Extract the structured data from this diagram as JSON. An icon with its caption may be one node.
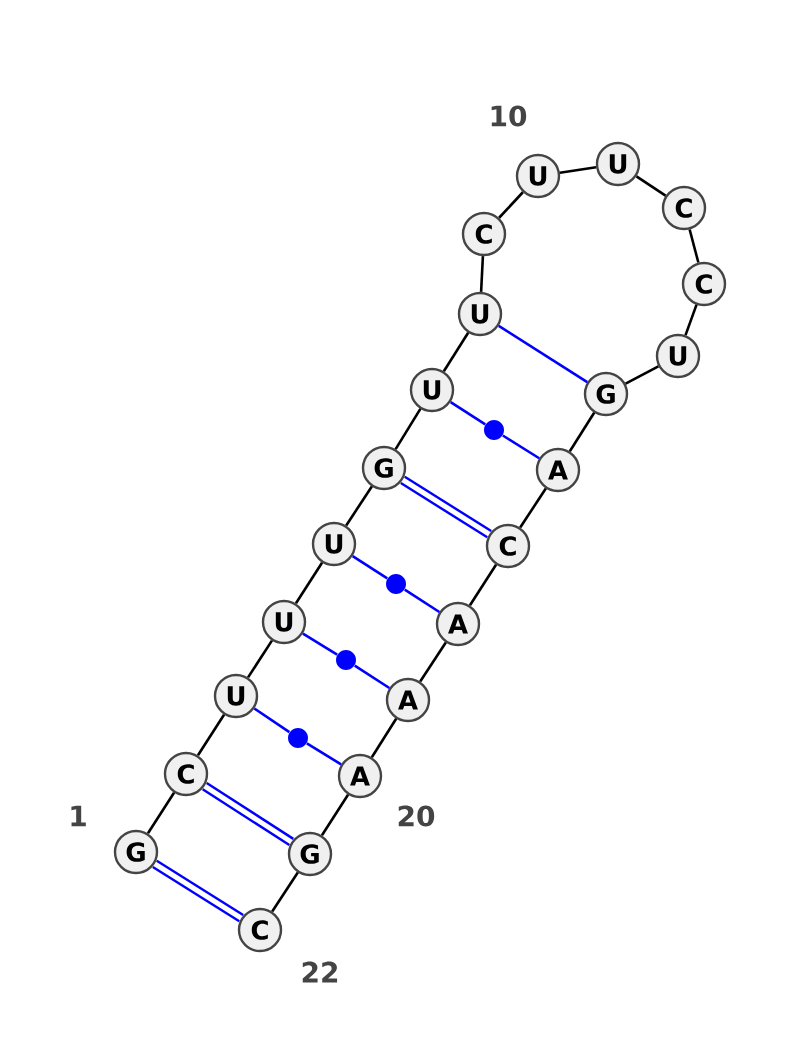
{
  "diagram": {
    "nodes": [
      {
        "text": [
          "G"
        ]
      },
      {
        "text": [
          "C"
        ]
      },
      {
        "text": [
          "U"
        ]
      },
      {
        "text": [
          "U"
        ]
      },
      {
        "text": [
          "U"
        ]
      },
      {
        "text": [
          "G"
        ]
      },
      {
        "text": [
          "U"
        ]
      },
      {
        "text": [
          "U"
        ]
      },
      {
        "text": [
          "C"
        ]
      },
      {
        "text": [
          "U"
        ]
      },
      {
        "text": [
          "U"
        ]
      },
      {
        "text": [
          "C"
        ]
      },
      {
        "text": [
          "C"
        ]
      },
      {
        "text": [
          "U"
        ]
      },
      {
        "text": [
          "G"
        ]
      },
      {
        "text": [
          "A"
        ]
      },
      {
        "text": [
          "C"
        ]
      },
      {
        "text": [
          "A"
        ]
      },
      {
        "text": [
          "A"
        ]
      },
      {
        "text": [
          "A"
        ]
      },
      {
        "text": [
          "G"
        ]
      },
      {
        "text": [
          "C"
        ]
      },
      {
        "text": [],
        "shape": "circle"
      },
      {
        "text": [],
        "shape": "circle"
      },
      {
        "text": [],
        "shape": "circle"
      },
      {
        "text": [],
        "shape": "circle"
      }
    ],
    "edges": [
      {
        "from": 0,
        "to": 1,
        "arrow": "none"
      },
      {
        "from": 1,
        "to": 2,
        "arrow": "none"
      },
      {
        "from": 2,
        "to": 3,
        "arrow": "none"
      },
      {
        "from": 3,
        "to": 4,
        "arrow": "none"
      },
      {
        "from": 4,
        "to": 5,
        "arrow": "none"
      },
      {
        "from": 5,
        "to": 6,
        "arrow": "none"
      },
      {
        "from": 6,
        "to": 7,
        "arrow": "none"
      },
      {
        "from": 7,
        "to": 8,
        "arrow": "none"
      },
      {
        "from": 8,
        "to": 9,
        "arrow": "none"
      },
      {
        "from": 9,
        "to": 10,
        "arrow": "none"
      },
      {
        "from": 10,
        "to": 11,
        "arrow": "none"
      },
      {
        "from": 11,
        "to": 12,
        "arrow": "none"
      },
      {
        "from": 12,
        "to": 13,
        "arrow": "none"
      },
      {
        "from": 13,
        "to": 14,
        "arrow": "none"
      },
      {
        "from": 14,
        "to": 15,
        "arrow": "none"
      },
      {
        "from": 15,
        "to": 16,
        "arrow": "none"
      },
      {
        "from": 16,
        "to": 17,
        "arrow": "none"
      },
      {
        "from": 17,
        "to": 18,
        "arrow": "none"
      },
      {
        "from": 18,
        "to": 19,
        "arrow": "none"
      },
      {
        "from": 19,
        "to": 20,
        "arrow": "none"
      },
      {
        "from": 20,
        "to": 21,
        "arrow": "none"
      },
      {
        "from": 0,
        "to": 21,
        "arrow": "none",
        "style": "thick",
        "color": "#0000ff"
      },
      {
        "from": 1,
        "to": 20,
        "arrow": "none",
        "style": "thick",
        "color": "#0000ff"
      },
      {
        "from": 2,
        "to": 25,
        "arrow": "none",
        "color": "#0000ff"
      },
      {
        "from": 25,
        "to": 19,
        "arrow": "none",
        "color": "#0000ff"
      },
      {
        "from": 3,
        "to": 24,
        "arrow": "none",
        "color": "#0000ff"
      },
      {
        "from": 24,
        "to": 18,
        "arrow": "none",
        "color": "#0000ff"
      },
      {
        "from": 4,
        "to": 23,
        "arrow": "none",
        "color": "#0000ff"
      },
      {
        "from": 23,
        "to": 17,
        "arrow": "none",
        "color": "#0000ff"
      },
      {
        "from": 5,
        "to": 16,
        "arrow": "none",
        "style": "thick",
        "color": "#0000ff"
      },
      {
        "from": 6,
        "to": 22,
        "arrow": "none",
        "color": "#0000ff"
      },
      {
        "from": 22,
        "to": 15,
        "arrow": "none",
        "color": "#0000ff"
      },
      {
        "from": 7,
        "to": 14,
        "arrow": "none",
        "color": "#0000ff"
      }
    ],
    "labels": [
      "10",
      "1",
      "20",
      "22"
    ]
  }
}
